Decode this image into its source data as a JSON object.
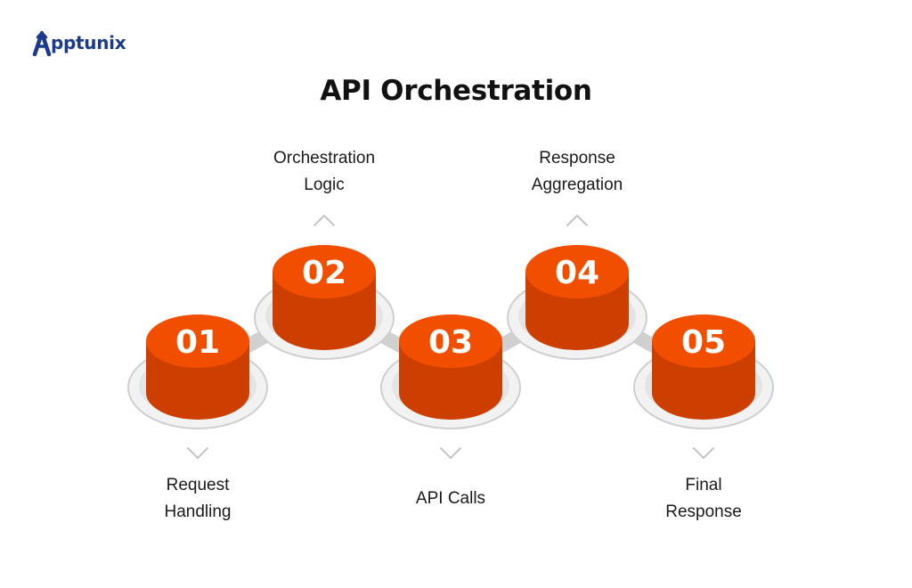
{
  "brand": {
    "logo_text": "pptunix",
    "logo_letter": "A",
    "colors": {
      "logo": "#1b3a8c",
      "step": "#f24e00",
      "step_side": "#cc3f00"
    }
  },
  "title": "API Orchestration",
  "steps": [
    {
      "number": "01",
      "label_lines": [
        "Request",
        "Handling"
      ],
      "label_position": "below"
    },
    {
      "number": "02",
      "label_lines": [
        "Orchestration",
        "Logic"
      ],
      "label_position": "above"
    },
    {
      "number": "03",
      "label_lines": [
        "API Calls"
      ],
      "label_position": "below"
    },
    {
      "number": "04",
      "label_lines": [
        "Response",
        "Aggregation"
      ],
      "label_position": "above"
    },
    {
      "number": "05",
      "label_lines": [
        "Final",
        "Response"
      ],
      "label_position": "below"
    }
  ]
}
